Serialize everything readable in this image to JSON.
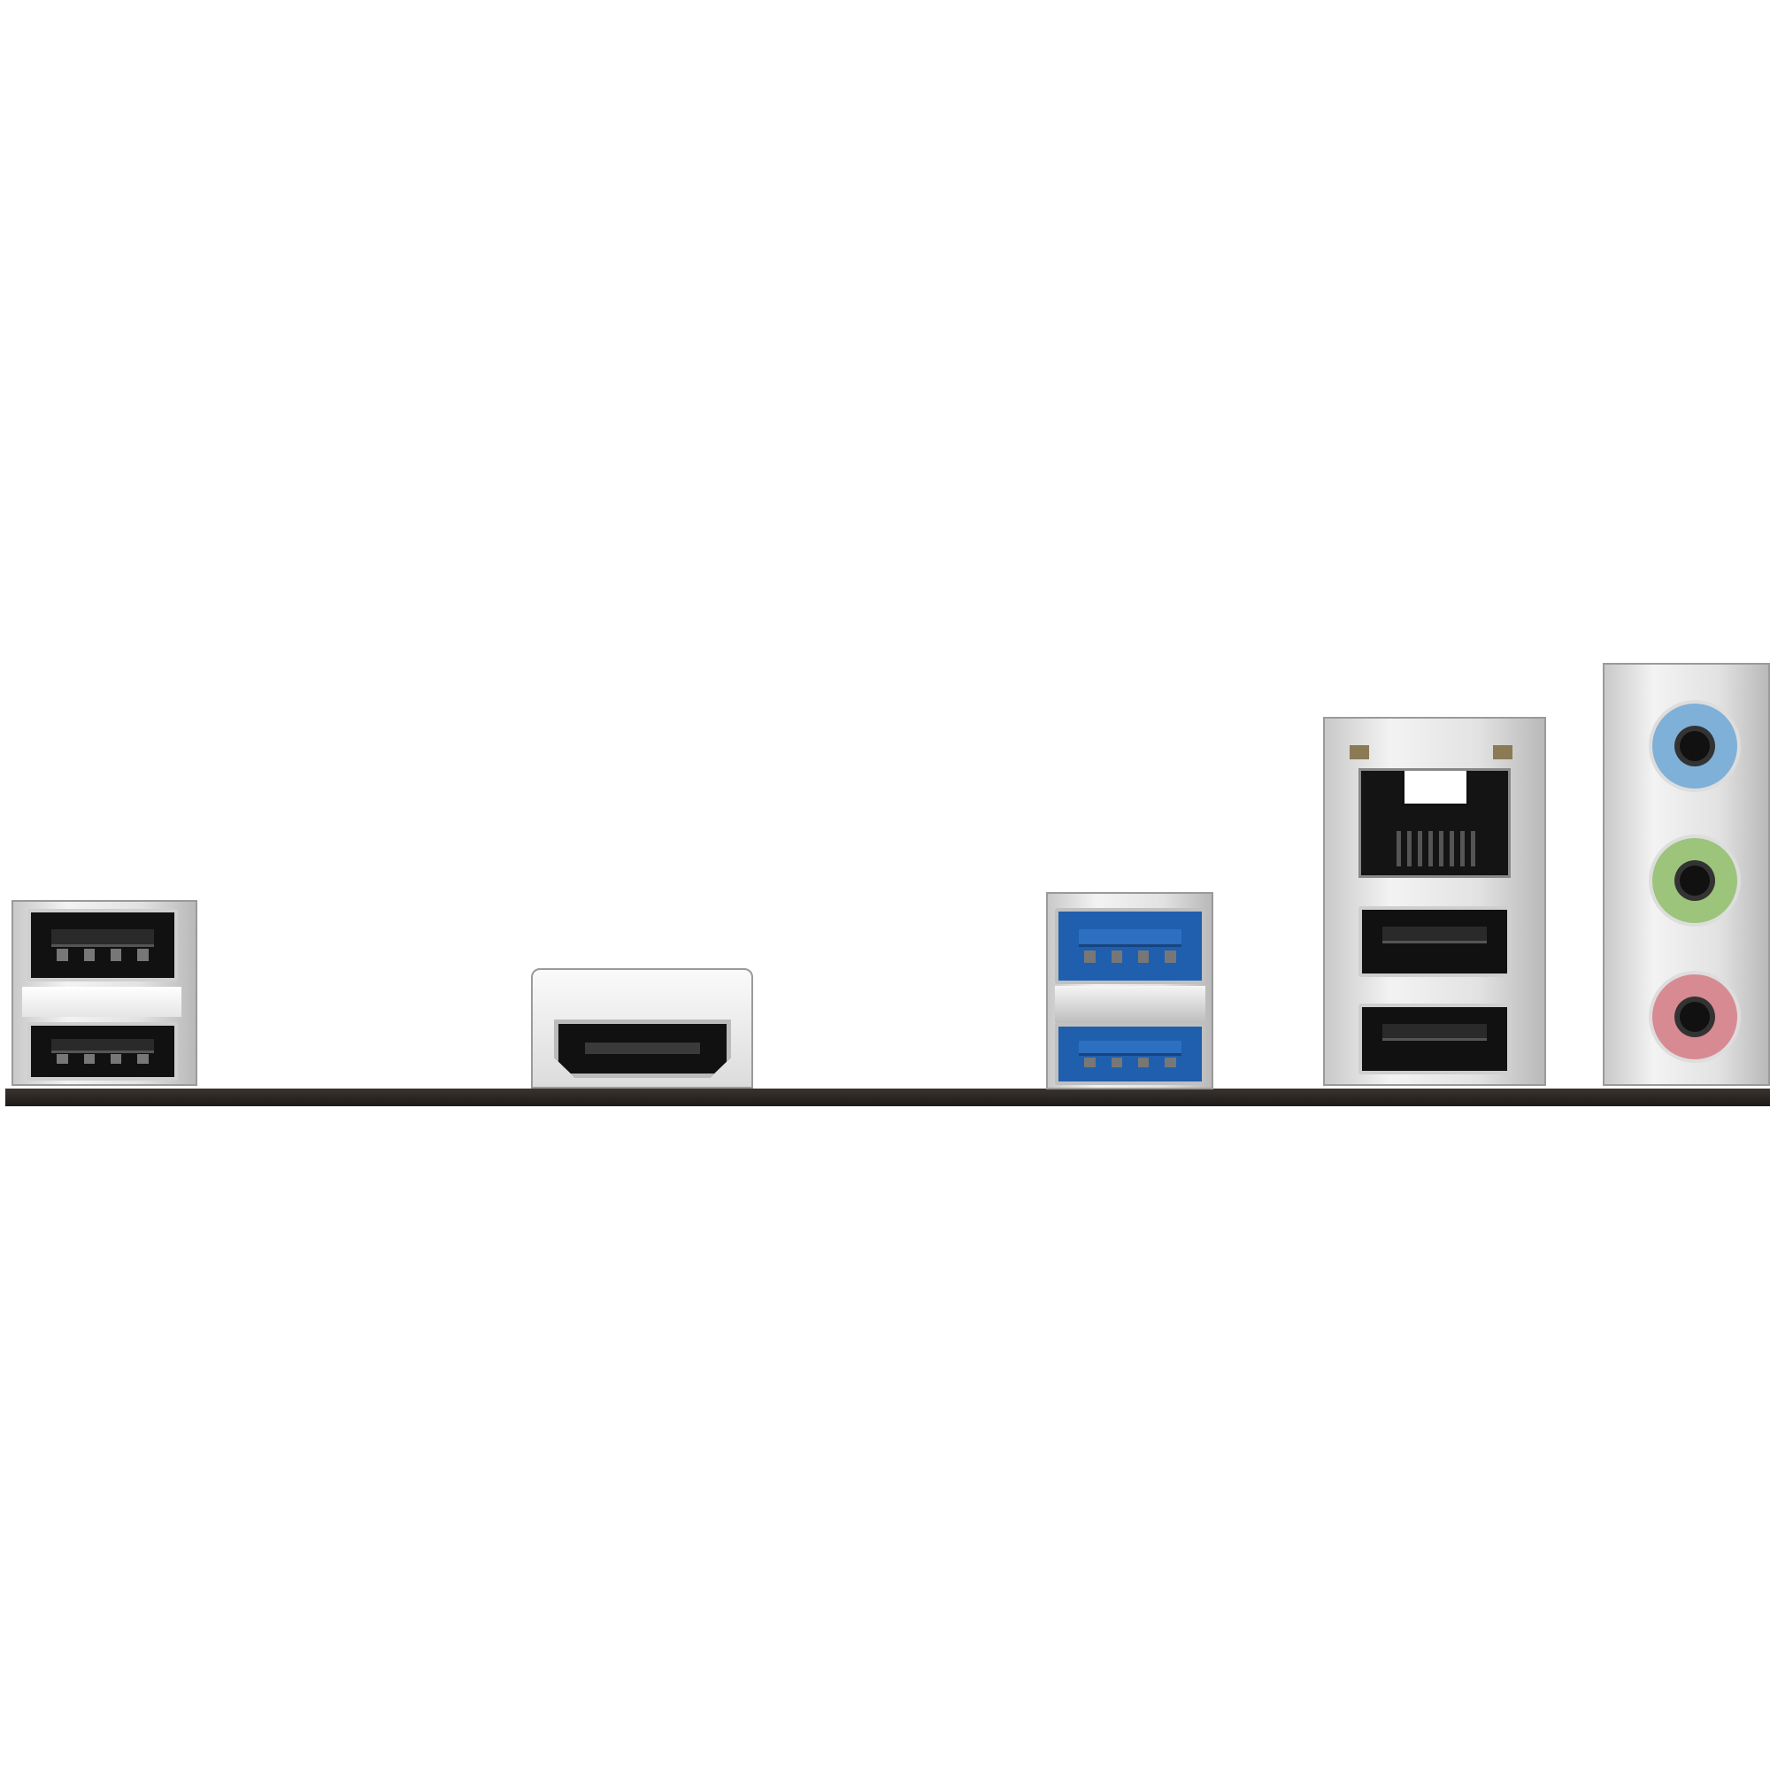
{
  "scene": {
    "ports": [
      {
        "type": "usb2-stack",
        "count": 2
      },
      {
        "type": "hdmi",
        "count": 1
      },
      {
        "type": "usb3-stack",
        "count": 2
      },
      {
        "type": "lan-usb-stack",
        "usb_count": 2
      },
      {
        "type": "audio-jacks",
        "count": 3
      }
    ],
    "colors": {
      "usb3": "#1f5fae",
      "audio_line_in": "#7fb0d8",
      "audio_line_out": "#9cc47a",
      "audio_mic": "#d88a92",
      "pcb": "#2a2522"
    }
  }
}
